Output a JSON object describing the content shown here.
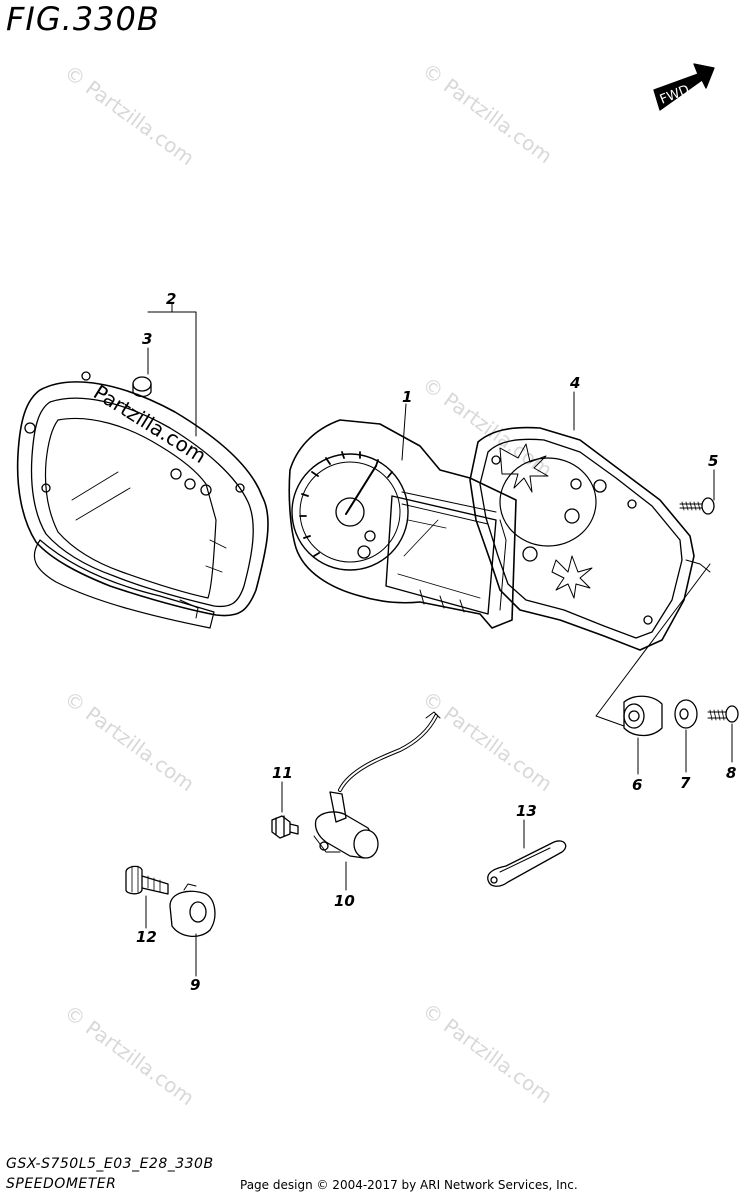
{
  "figure": {
    "title": "FIG.330B",
    "code": "GSX-S750L5_E03_E28_330B",
    "name": "SPEEDOMETER",
    "copyright": "Page design © 2004-2017 by ARI Network Services, Inc.",
    "fwd_label": "FWD",
    "watermark": "© Partzilla.com",
    "case_watermark": "Partzilla.com"
  },
  "callouts": [
    {
      "id": "1",
      "label": "1"
    },
    {
      "id": "2",
      "label": "2"
    },
    {
      "id": "3",
      "label": "3"
    },
    {
      "id": "4",
      "label": "4"
    },
    {
      "id": "5",
      "label": "5"
    },
    {
      "id": "6",
      "label": "6"
    },
    {
      "id": "7",
      "label": "7"
    },
    {
      "id": "8",
      "label": "8"
    },
    {
      "id": "9",
      "label": "9"
    },
    {
      "id": "10",
      "label": "10"
    },
    {
      "id": "11",
      "label": "11"
    },
    {
      "id": "12",
      "label": "12"
    },
    {
      "id": "13",
      "label": "13"
    }
  ]
}
